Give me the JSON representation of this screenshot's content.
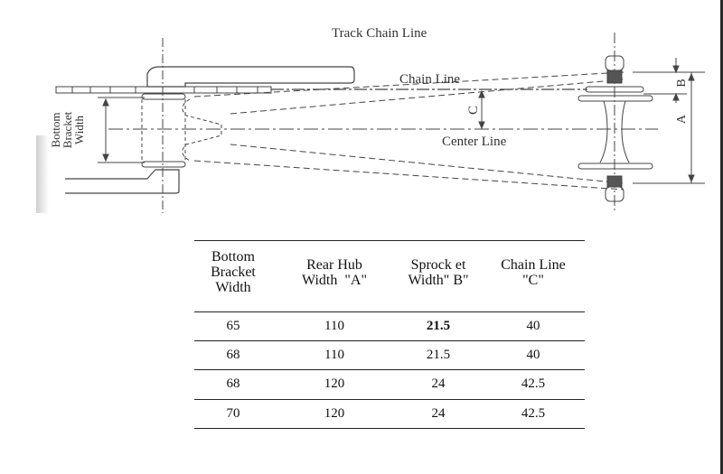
{
  "diagram": {
    "title": "Track Chain Line",
    "labels": {
      "chain_line": "Chain Line",
      "center_line": "Center Line",
      "bottom_bracket_width": [
        "Bottom",
        "Bracket",
        "Width"
      ],
      "dim_a": "A",
      "dim_b": "B",
      "dim_c": "C"
    }
  },
  "table": {
    "headers": [
      [
        "Bottom",
        "Bracket",
        "Width"
      ],
      [
        "Rear Hub",
        "Width  \"A\""
      ],
      [
        "Sprock et",
        "Width\" B\""
      ],
      [
        "Chain Line",
        "\"C\""
      ]
    ],
    "rows": [
      [
        "65",
        "110",
        "21.5",
        "40"
      ],
      [
        "68",
        "110",
        "21.5",
        "40"
      ],
      [
        "68",
        "120",
        "24",
        "42.5"
      ],
      [
        "70",
        "120",
        "24",
        "42.5"
      ]
    ],
    "bold_cells": [
      [
        0,
        2
      ]
    ]
  }
}
